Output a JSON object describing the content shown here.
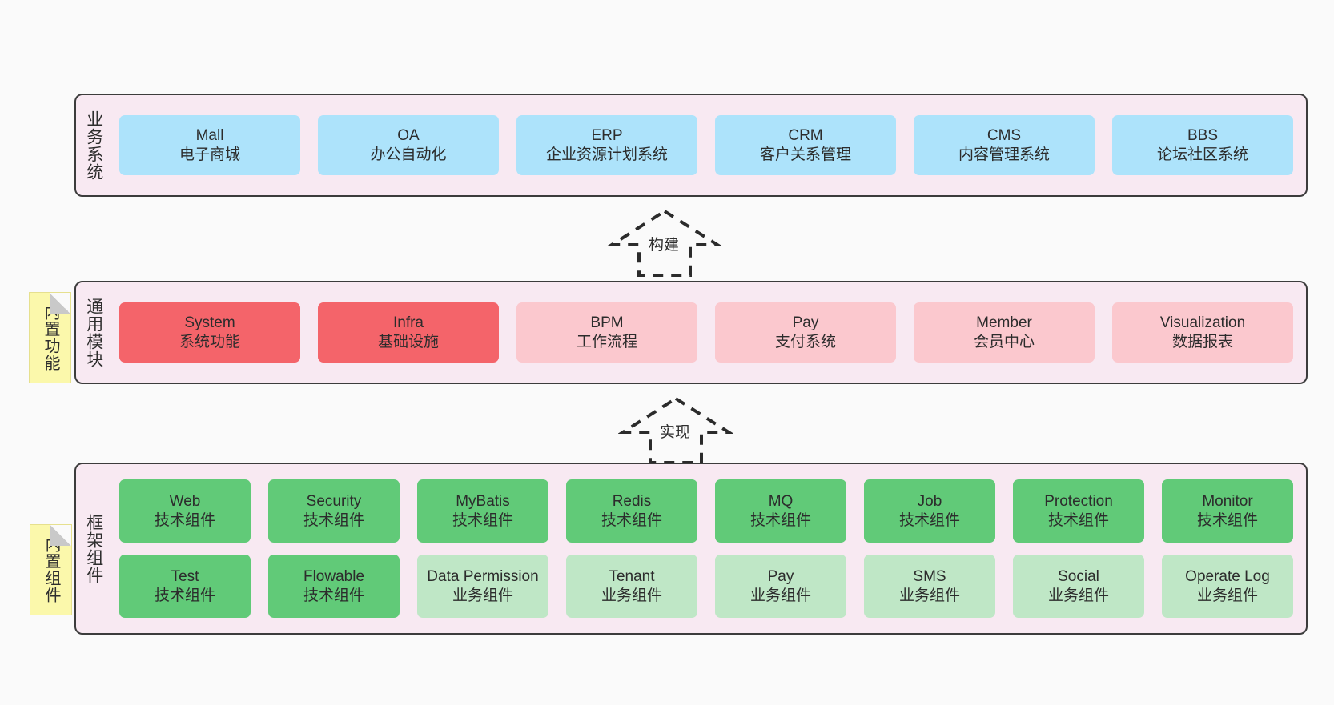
{
  "diagram": {
    "title_vertical_layers": [
      "业务系统",
      "通用模块",
      "框架组件"
    ],
    "layers": [
      {
        "id": "business",
        "title": "业务系统",
        "rows": [
          {
            "cells": [
              {
                "en": "Mall",
                "cn": "电子商城",
                "color": "#ade3fb"
              },
              {
                "en": "OA",
                "cn": "办公自动化",
                "color": "#ade3fb"
              },
              {
                "en": "ERP",
                "cn": "企业资源计划系统",
                "color": "#ade3fb"
              },
              {
                "en": "CRM",
                "cn": "客户关系管理",
                "color": "#ade3fb"
              },
              {
                "en": "CMS",
                "cn": "内容管理系统",
                "color": "#ade3fb"
              },
              {
                "en": "BBS",
                "cn": "论坛社区系统",
                "color": "#ade3fb"
              }
            ]
          }
        ]
      },
      {
        "id": "common-module",
        "title": "通用模块",
        "note": "内置功能",
        "rows": [
          {
            "cells": [
              {
                "en": "System",
                "cn": "系统功能",
                "color": "#f4646a"
              },
              {
                "en": "Infra",
                "cn": "基础设施",
                "color": "#f4646a"
              },
              {
                "en": "BPM",
                "cn": "工作流程",
                "color": "#fbc8ce"
              },
              {
                "en": "Pay",
                "cn": "支付系统",
                "color": "#fbc8ce"
              },
              {
                "en": "Member",
                "cn": "会员中心",
                "color": "#fbc8ce"
              },
              {
                "en": "Visualization",
                "cn": "数据报表",
                "color": "#fbc8ce"
              }
            ]
          }
        ]
      },
      {
        "id": "framework-component",
        "title": "框架组件",
        "note": "内置组件",
        "rows": [
          {
            "cells": [
              {
                "en": "Web",
                "cn": "技术组件",
                "color": "#61ca78"
              },
              {
                "en": "Security",
                "cn": "技术组件",
                "color": "#61ca78"
              },
              {
                "en": "MyBatis",
                "cn": "技术组件",
                "color": "#61ca78"
              },
              {
                "en": "Redis",
                "cn": "技术组件",
                "color": "#61ca78"
              },
              {
                "en": "MQ",
                "cn": "技术组件",
                "color": "#61ca78"
              },
              {
                "en": "Job",
                "cn": "技术组件",
                "color": "#61ca78"
              },
              {
                "en": "Protection",
                "cn": "技术组件",
                "color": "#61ca78"
              },
              {
                "en": "Monitor",
                "cn": "技术组件",
                "color": "#61ca78"
              }
            ]
          },
          {
            "cells": [
              {
                "en": "Test",
                "cn": "技术组件",
                "color": "#61ca78"
              },
              {
                "en": "Flowable",
                "cn": "技术组件",
                "color": "#61ca78"
              },
              {
                "en": "Data Permission",
                "cn": "业务组件",
                "color": "#bfe7c6"
              },
              {
                "en": "Tenant",
                "cn": "业务组件",
                "color": "#bfe7c6"
              },
              {
                "en": "Pay",
                "cn": "业务组件",
                "color": "#bfe7c6"
              },
              {
                "en": "SMS",
                "cn": "业务组件",
                "color": "#bfe7c6"
              },
              {
                "en": "Social",
                "cn": "业务组件",
                "color": "#bfe7c6"
              },
              {
                "en": "Operate Log",
                "cn": "业务组件",
                "color": "#bfe7c6"
              }
            ]
          }
        ]
      }
    ],
    "arrows": [
      {
        "id": "build",
        "label": "构建",
        "direction": "up"
      },
      {
        "id": "implement",
        "label": "实现",
        "direction": "up"
      }
    ],
    "colors": {
      "canvas": "#fafafa",
      "band_fill": "#f8e9f2",
      "band_border": "#3c3c3c",
      "note_fill": "#fbf8ab",
      "blue": "#ade3fb",
      "red_strong": "#f4646a",
      "red_light": "#fbc8ce",
      "green_strong": "#61ca78",
      "green_light": "#bfe7c6",
      "arrow_stroke": "#2b2b2b"
    }
  }
}
